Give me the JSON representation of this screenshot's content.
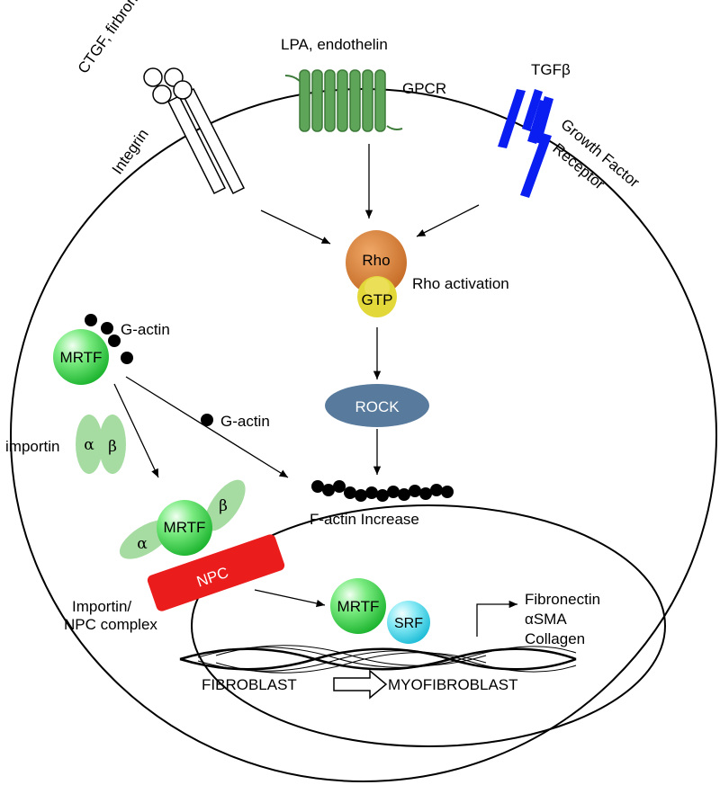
{
  "ligands": {
    "integrin_ligand": "CTGF, firbronectin",
    "gpcr_ligand": "LPA, endothelin",
    "gf_ligand": "TGFβ"
  },
  "receptors": {
    "integrin": "Integrin",
    "gpcr": "GPCR",
    "gf_line1": "Growth Factor",
    "gf_line2": "Receptor"
  },
  "rho": {
    "name": "Rho",
    "gtp": "GTP",
    "activation": "Rho activation"
  },
  "rock": "ROCK",
  "factin": "F-actin Increase",
  "mrtf": {
    "name": "MRTF",
    "gactin": "G-actin"
  },
  "importin": {
    "label": "importin",
    "alpha": "α",
    "beta": "β"
  },
  "npc": {
    "name": "NPC",
    "complex_line1": "Importin/",
    "complex_line2": "NPC complex"
  },
  "nucleus": {
    "mrtf": "MRTF",
    "srf": "SRF",
    "gene1": "Fibronectin",
    "gene2": "αSMA",
    "gene3": "Collagen",
    "fibroblast": "FIBROBLAST",
    "myofibroblast": "MYOFIBROBLAST"
  },
  "colors": {
    "gpcr": "#5ea55a",
    "gpcr_stroke": "#3c7a38",
    "growth_factor_receptor": "#0b1ef2",
    "rho": "#d9823e",
    "gtp": "#e3d83a",
    "rock": "#587a9c",
    "npc": "#ea1c1c",
    "mrtf": "#3fd04b",
    "srf": "#4fd7ea",
    "importin": "#a6dca2"
  }
}
